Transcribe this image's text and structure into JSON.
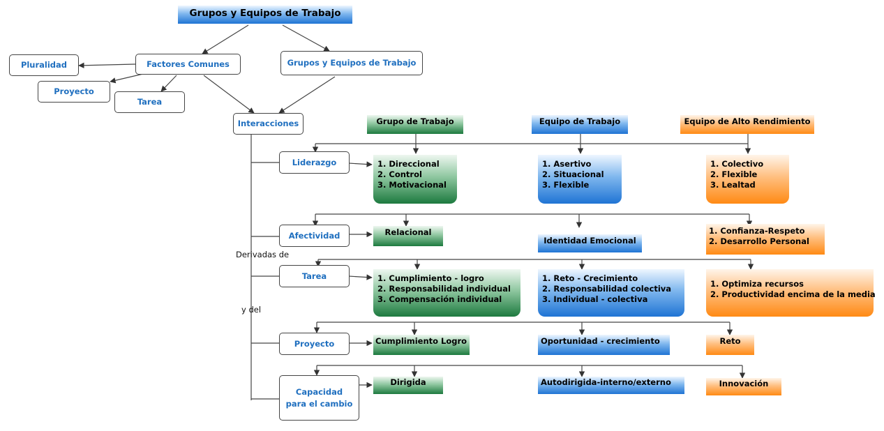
{
  "top": {
    "title": "Grupos y Equipos de Trabajo",
    "factores": "Factores Comunes",
    "grupos_equipos": "Grupos y Equipos de Trabajo",
    "pluralidad": "Pluralidad",
    "proyecto": "Proyecto",
    "tarea": "Tarea",
    "interacciones": "Interacciones"
  },
  "columns": {
    "grupo": "Grupo de Trabajo",
    "equipo": "Equipo de Trabajo",
    "alto": "Equipo de Alto Rendimiento"
  },
  "dimensions": {
    "liderazgo": "Liderazgo",
    "afectividad": "Afectividad",
    "tarea": "Tarea",
    "proyecto": "Proyecto",
    "capacidad": [
      "Capacidad",
      "para el cambio"
    ]
  },
  "side_labels": {
    "derivadas": "Derivadas de",
    "y_del": "y del"
  },
  "cells": {
    "liderazgo": {
      "grupo": [
        "1. Direccional",
        "2. Control",
        "3. Motivacional"
      ],
      "equipo": [
        "1. Asertivo",
        "2. Situacional",
        "3. Flexible"
      ],
      "alto": [
        "1. Colectivo",
        "2. Flexible",
        "3. Lealtad"
      ]
    },
    "afectividad": {
      "grupo": "Relacional",
      "equipo": "Identidad Emocional",
      "alto": [
        "1. Confianza-Respeto",
        "2. Desarrollo Personal"
      ]
    },
    "tarea": {
      "grupo": [
        "1. Cumplimiento - logro",
        "2. Responsabilidad individual",
        "3. Compensación individual"
      ],
      "equipo": [
        "1. Reto - Crecimiento",
        "2. Responsabilidad colectiva",
        "3. Individual - colectiva"
      ],
      "alto": [
        "1. Optimiza recursos",
        "2. Productividad encima de la media"
      ]
    },
    "proyecto": {
      "grupo": "Cumplimiento Logro",
      "equipo": "Oportunidad - crecimiento",
      "alto": "Reto"
    },
    "capacidad": {
      "grupo": "Dirigida",
      "equipo": "Autodirigida-interno/externo",
      "alto": "Innovación"
    }
  }
}
